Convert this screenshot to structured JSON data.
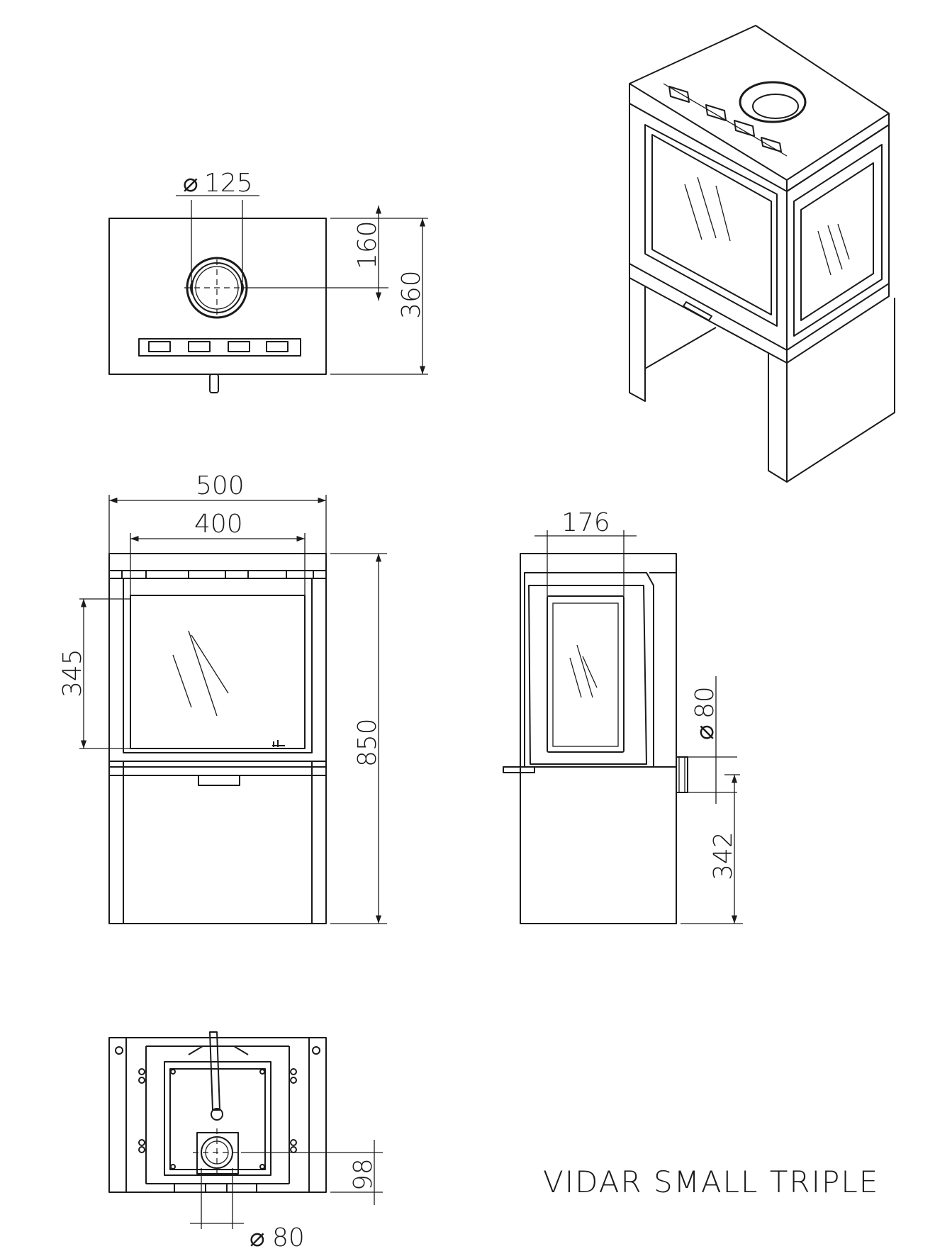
{
  "title": "VIDAR SMALL TRIPLE",
  "dimensions": {
    "top_flue_diameter": "125",
    "top_flue_offset": "160",
    "depth_total": "360",
    "width_total": "500",
    "width_inner": "400",
    "glass_height": "345",
    "height_total": "850",
    "side_glass_width": "176",
    "side_air_diameter": "80",
    "side_air_height": "342",
    "bottom_air_diameter": "80",
    "bottom_air_offset": "98"
  },
  "symbols": {
    "diameter": "⌀"
  }
}
